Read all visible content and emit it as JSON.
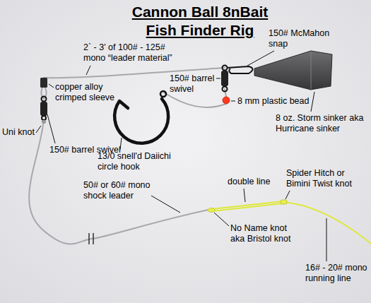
{
  "diagram": {
    "title": "Cannon Ball 8nBait Fish Finder Rig",
    "labels": [
      "2` - 3' of 100# - 125# mono “leader material”",
      "150# McMahon snap",
      "copper alloy crimped sleeve",
      "Uni knot",
      "150# barrel swivel",
      "8 oz. Storm sinker aka Hurricane sinker",
      "150# barrel swivel",
      "8 mm plastic bead",
      "13/0 snell'd Daiichi circle hook",
      "double line",
      "Spider Hitch or Bimini Twist knot",
      "50# or 60# mono shock leader",
      "No Name knot aka Bristol knot",
      "16# - 20# mono running line"
    ]
  }
}
